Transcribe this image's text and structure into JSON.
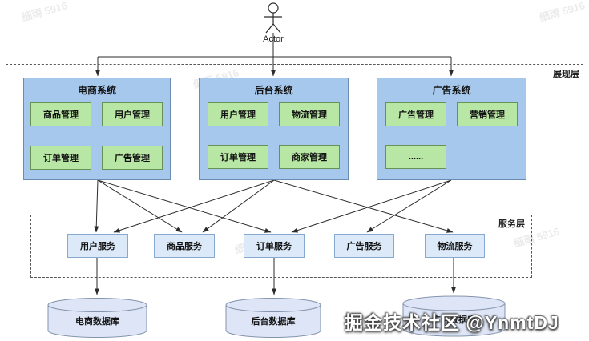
{
  "actor": {
    "label": "Actor"
  },
  "layers": {
    "presentation": {
      "label": "展现层"
    },
    "service": {
      "label": "服务层"
    }
  },
  "systems": [
    {
      "title": "电商系统",
      "modules": [
        "商品管理",
        "用户管理",
        "订单管理",
        "广告管理"
      ]
    },
    {
      "title": "后台系统",
      "modules": [
        "用户管理",
        "物流管理",
        "订单管理",
        "商家管理"
      ]
    },
    {
      "title": "广告系统",
      "modules": [
        "广告管理",
        "营销管理",
        "......"
      ]
    }
  ],
  "services": [
    "用户服务",
    "商品服务",
    "订单服务",
    "广告服务",
    "物流服务"
  ],
  "databases": [
    "电商数据库",
    "后台数据库",
    "广告数据库"
  ],
  "watermark": {
    "badge": "掘金技术社区 @YnmtDJ",
    "tile": "细雨 5916"
  },
  "colors": {
    "system_fill": "#a6c8ec",
    "system_border": "#6b8cb1",
    "module_fill": "#b8e6a4",
    "module_border": "#679155",
    "service_fill": "#dce9f8",
    "service_border": "#86a9cf",
    "db_fill": "#dde5f6",
    "db_border": "#8494ad",
    "line": "#2b2b2b"
  }
}
